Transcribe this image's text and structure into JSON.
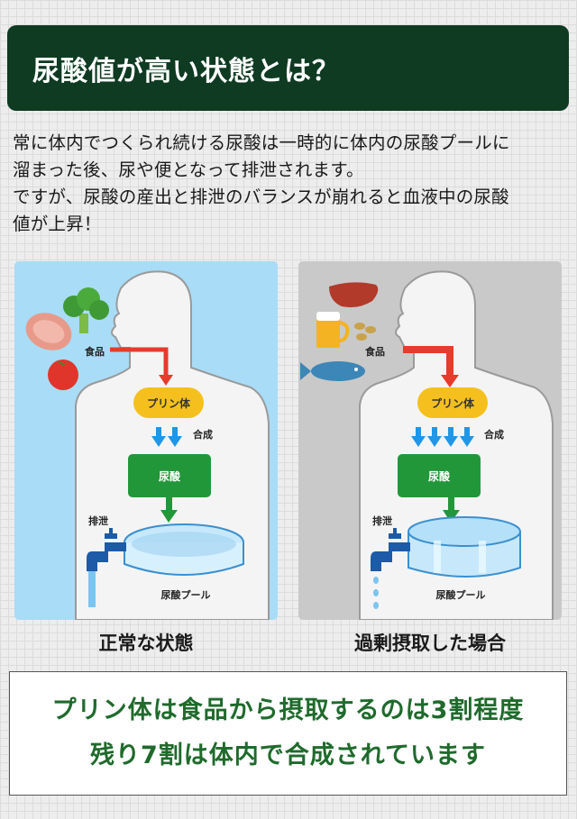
{
  "header": {
    "title": "尿酸値が高い状態とは？",
    "bg_color": "#0e3b22"
  },
  "intro": {
    "lines": [
      "常に体内でつくられ続ける尿酸は一時的に体内の尿酸プールに",
      "溜まった後、尿や便となって排泄されます。",
      "ですが、尿酸の産出と排泄のバランスが崩れると血液中の尿酸",
      "値が上昇！"
    ]
  },
  "diagrams": {
    "normal": {
      "food_label": "食品",
      "purine_label": "プリン体",
      "synthesis_label": "合成",
      "uric_acid_label": "尿酸",
      "excretion_label": "排泄",
      "pool_label": "尿酸プール",
      "caption": "正常な状態",
      "bg_color": "#a9dcf6"
    },
    "excess": {
      "food_label": "食品",
      "purine_label": "プリン体",
      "synthesis_label": "合成",
      "uric_acid_label": "尿酸",
      "excretion_label": "排泄",
      "pool_label": "尿酸プール",
      "caption": "過剰摂取した場合",
      "bg_color": "#c9c9c9"
    },
    "icons": {
      "normal_foods": [
        "meat-icon",
        "broccoli-icon",
        "tomato-icon"
      ],
      "excess_foods": [
        "liver-icon",
        "beer-icon",
        "beans-icon",
        "fish-icon"
      ]
    },
    "colors": {
      "purine": "#f5c01e",
      "uric_acid": "#229739",
      "arrow_red": "#e73b2b",
      "arrow_blue": "#2196e6",
      "pool": "#c7e8fb"
    }
  },
  "summary": {
    "line1": "プリン体は食品から摂取するのは3割程度",
    "line2": "残り7割は体内で合成されています",
    "color": "#1f6a2c"
  }
}
